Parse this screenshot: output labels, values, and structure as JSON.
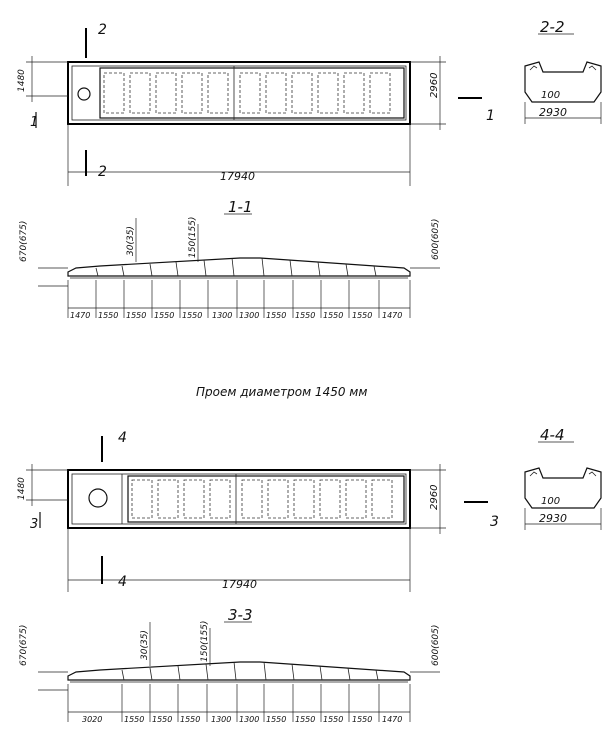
{
  "sections": {
    "s1_label": "1-1",
    "s2_label": "2-2",
    "s3_label": "3-3",
    "s4_label": "4-4",
    "s1_mark": "1",
    "s2_mark": "2",
    "s3_mark": "3",
    "s4_mark": "4"
  },
  "plan_top": {
    "length": "17940",
    "width": "2960",
    "offset": "1480"
  },
  "plan_bottom": {
    "length": "17940",
    "width": "2960",
    "offset": "1480"
  },
  "cross_section_top": {
    "inner": "100",
    "outer": "2930"
  },
  "cross_section_bottom": {
    "inner": "100",
    "outer": "2930"
  },
  "elevation_top": {
    "left_height": "670(675)",
    "right_height": "600(605)",
    "rib_a": "30(35)",
    "rib_b": "150(155)",
    "spans": [
      "1470",
      "1550",
      "1550",
      "1550",
      "1550",
      "1300",
      "1300",
      "1550",
      "1550",
      "1550",
      "1550",
      "1470"
    ]
  },
  "middle_caption": "Проем диаметром 1450 мм",
  "elevation_bottom": {
    "left_height": "670(675)",
    "right_height": "600(605)",
    "rib_a": "30(35)",
    "rib_b": "150(155)",
    "spans": [
      "3020",
      "1550",
      "1550",
      "1550",
      "1300",
      "1300",
      "1550",
      "1550",
      "1550",
      "1550",
      "1470"
    ]
  }
}
